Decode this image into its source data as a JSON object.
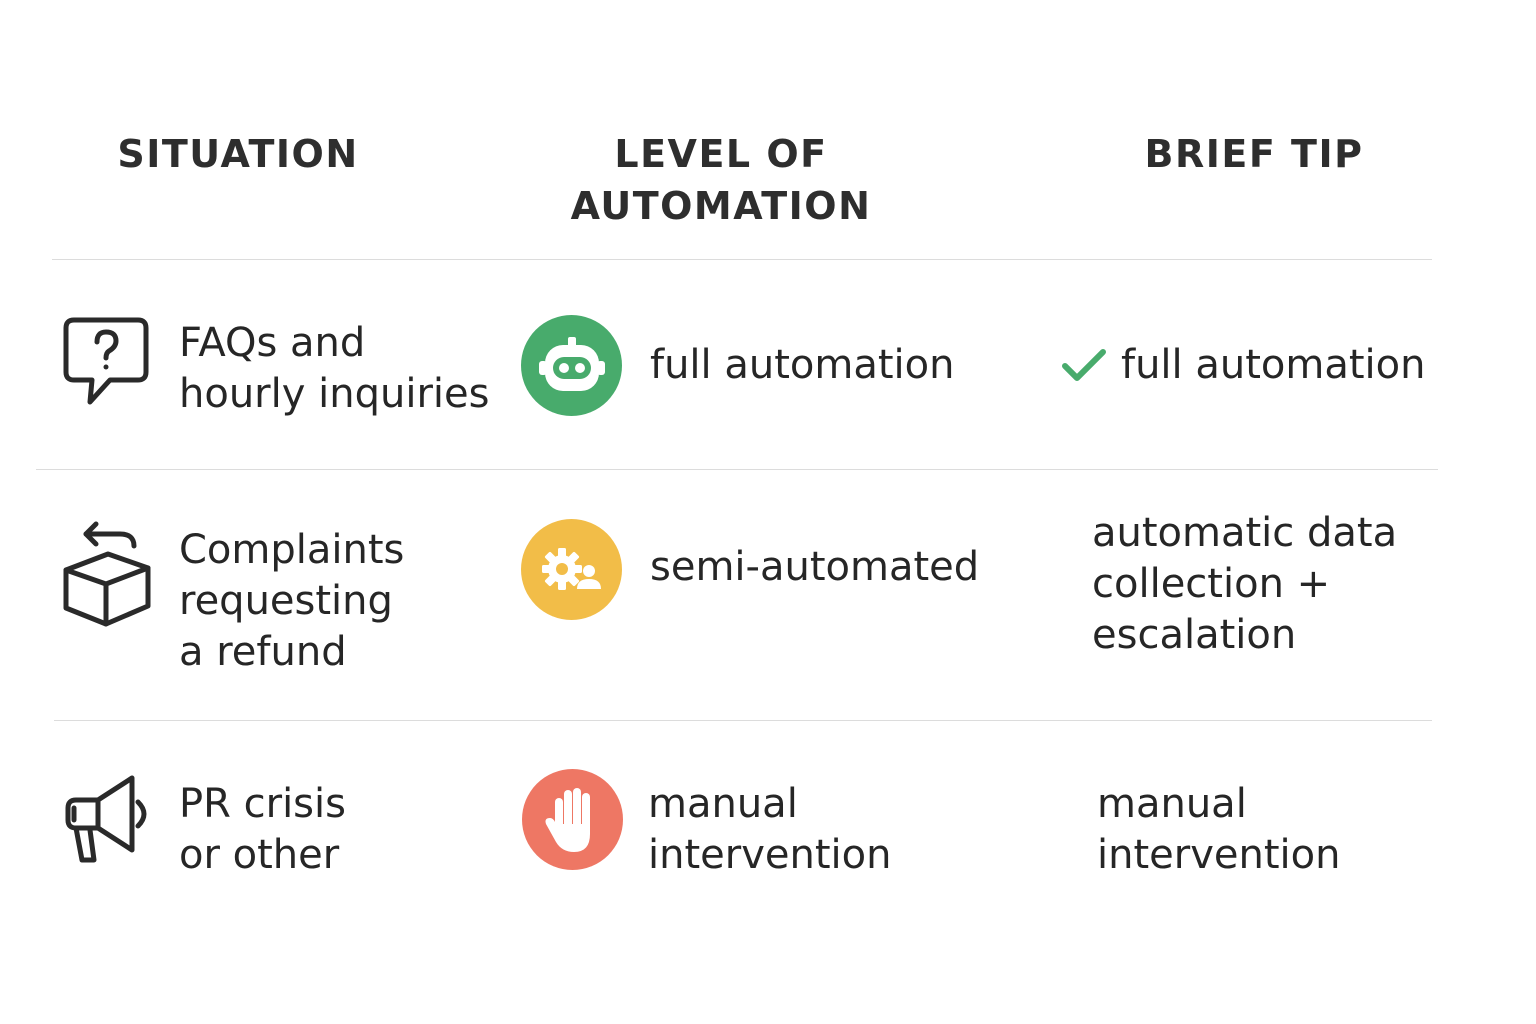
{
  "headers": {
    "situation": "SITUATION",
    "level_line1": "LEVEL OF",
    "level_line2": "AUTOMATION",
    "tip": "BRIEF TIP"
  },
  "colors": {
    "full": "#48ab6c",
    "semi": "#f2bd48",
    "manual": "#ee7764",
    "check": "#48ab6c",
    "rule": "#dcdcdc"
  },
  "rows": [
    {
      "icon": "question-speech-bubble-icon",
      "situation": [
        "FAQs and",
        "hourly inquiries"
      ],
      "level_icon": "robot-icon",
      "level": [
        "full automation"
      ],
      "tip_icon": "check-icon",
      "tip": [
        "full automation"
      ]
    },
    {
      "icon": "return-box-icon",
      "situation": [
        "Complaints",
        "requesting",
        "a refund"
      ],
      "level_icon": "gear-person-icon",
      "level": [
        "semi-automated"
      ],
      "tip": [
        "automatic data",
        "collection +",
        "escalation"
      ]
    },
    {
      "icon": "megaphone-icon",
      "situation": [
        "PR crisis",
        "or other"
      ],
      "level_icon": "hand-stop-icon",
      "level": [
        "manual",
        "intervention"
      ],
      "tip": [
        "manual",
        "intervention"
      ]
    }
  ]
}
